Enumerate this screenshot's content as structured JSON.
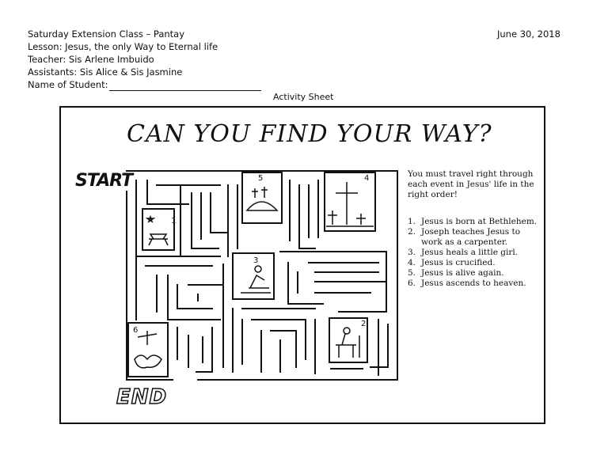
{
  "header": {
    "class_line": "Saturday Extension Class – Pantay",
    "lesson_line": "Lesson: Jesus, the only Way to Eternal life",
    "teacher_line": "Teacher: Sis Arlene Imbuido",
    "assistants_line": "Assistants: Sis Alice & Sis Jasmine",
    "student_label": "Name of Student:",
    "date": "June 30, 2018"
  },
  "sheet_title": "Activity Sheet",
  "puzzle": {
    "title": "CAN YOU FIND YOUR WAY?",
    "start_label": "START",
    "end_label": "END",
    "instruction": "You must travel right through each event in Jesus' life in the right order!",
    "steps": [
      {
        "num": "1.",
        "text": "Jesus is born at Bethlehem."
      },
      {
        "num": "2.",
        "text": "Joseph teaches Jesus to work as a carpenter."
      },
      {
        "num": "3.",
        "text": "Jesus heals a little girl."
      },
      {
        "num": "4.",
        "text": "Jesus is crucified."
      },
      {
        "num": "5.",
        "text": "Jesus is alive again."
      },
      {
        "num": "6.",
        "text": "Jesus ascends to heaven."
      }
    ],
    "cell_numbers": [
      "1",
      "2",
      "3",
      "4",
      "5",
      "6"
    ]
  }
}
